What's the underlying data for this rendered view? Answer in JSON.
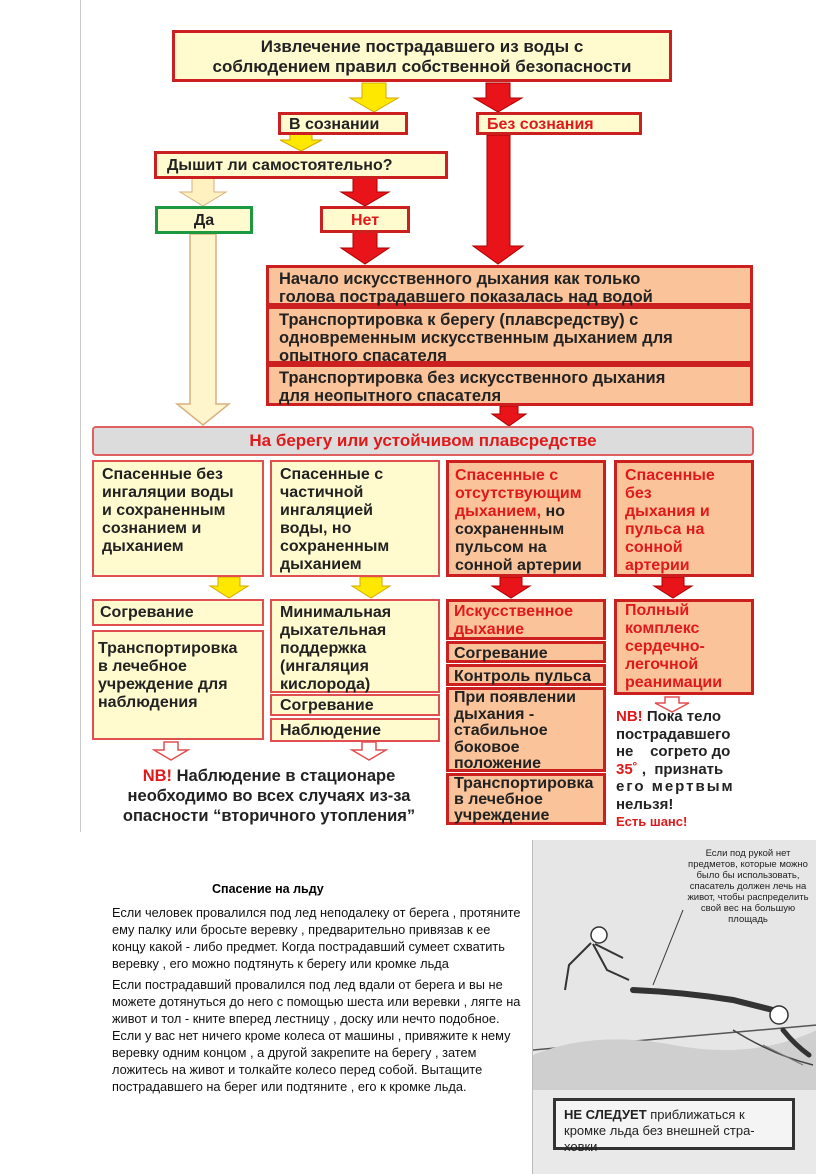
{
  "top": {
    "title_line1": "Извлечение пострадавшего из воды с",
    "title_line2": "соблюдением правил собственной безопасности"
  },
  "conscious": "В сознании",
  "unconscious": "Без сознания",
  "breathing_q": "Дышит ли самостоятельно?",
  "yes": "Да",
  "no": "Нет",
  "steps": {
    "s1": [
      "Начало искусственного дыхания как только",
      "голова пострадавшего показалась над водой"
    ],
    "s2": [
      "Транспортировка к берегу (плавсредству) с",
      "одновременным искусственным дыханием для",
      "опытного спасателя"
    ],
    "s3": [
      "Транспортировка  без искусственного дыхания",
      "для неопытного спасателя"
    ]
  },
  "shore": "На берегу или устойчивом плавсредстве",
  "cols": {
    "c1": [
      "Спасенные без",
      "ингаляции воды",
      "и сохраненным",
      "сознанием и",
      "дыханием"
    ],
    "c2": [
      "Спасенные с",
      "частичной",
      "ингаляцией",
      "воды,  но",
      "сохраненным",
      "дыханием"
    ],
    "c3_red": [
      "Спасенные с",
      "отсутствующим",
      "дыханием,"
    ],
    "c3_black": [
      " но",
      "сохраненным",
      "пульсом на",
      "сонной артерии"
    ],
    "c3_line3_rest": " но",
    "c4": [
      "Спасенные",
      "без",
      "дыхания и",
      "пульса на",
      "сонной",
      "артерии"
    ]
  },
  "actions": {
    "a1a": "Согревание",
    "a1b": [
      "Транспортировка",
      "в лечебное",
      "учреждение для",
      "наблюдения"
    ],
    "a2a": [
      "Минимальная",
      "дыхательная",
      "поддержка",
      "(ингаляция",
      "кислорода)"
    ],
    "a2b": "Согревание",
    "a2c": "Наблюдение",
    "a3a": [
      "Искусственное",
      "дыхание"
    ],
    "a3b": "Согревание",
    "a3c": "Контроль пульса",
    "a3d": [
      "При появлении",
      "дыхания -",
      "стабильное",
      "боковое",
      "положение"
    ],
    "a3e": [
      "Транспортировка",
      "в лечебное",
      "учреждение"
    ],
    "a4a": [
      "Полный",
      "комплекс",
      "сердечно-",
      "легочной",
      "реанимации"
    ]
  },
  "nb_left": {
    "nb": "NB!",
    "l1": " Наблюдение в стационаре",
    "l2": "необходимо во всех случаях из-за",
    "l3": "опасности “вторичного утопления”"
  },
  "nb_right": {
    "nb": "NB!",
    "l1": " Пока тело",
    "l2": "пострадавшего",
    "l3": "не    согрето до",
    "deg": "35˚",
    "l4": " ,  признать",
    "l5": "его мертвым",
    "l6": "нельзя!",
    "l7": "Есть шанс!"
  },
  "ice": {
    "title": "Спасение на льду",
    "p1": "Если человек провалился под лед неподалеку от берега    , протяните ему палку или бросьте веревку  , предварительно привязав к ее концу какой  - либо предмет.  Когда пострадавший сумеет схватить веревку , его можно подтянуть к берегу или кромке льда",
    "p2": "Если пострадавший провалился под лед вдали от берега и вы не можете дотянуться до него с помощью шеста или веревки  , лягте на живот и тол - кните вперед лестницу  , доску или нечто подобное. Если у вас нет ничего кроме колеса от машины   , привяжите к нему веревку одним концом    ,  а другой закрепите на берегу , затем ложитесь на живот и толкайте колесо перед собой.  Вытащите пострадавшего на берег или подтяните     , его к кромке льда."
  },
  "photo": {
    "caption": "Если под рукой нет предметов, которые можно было бы использовать, спасатель должен лечь на живот, чтобы распределить свой вес на большую площадь",
    "warn_bold": "НЕ СЛЕДУЕТ",
    "warn_rest": " приближаться к кромке льда без внешней стра- ховки"
  }
}
